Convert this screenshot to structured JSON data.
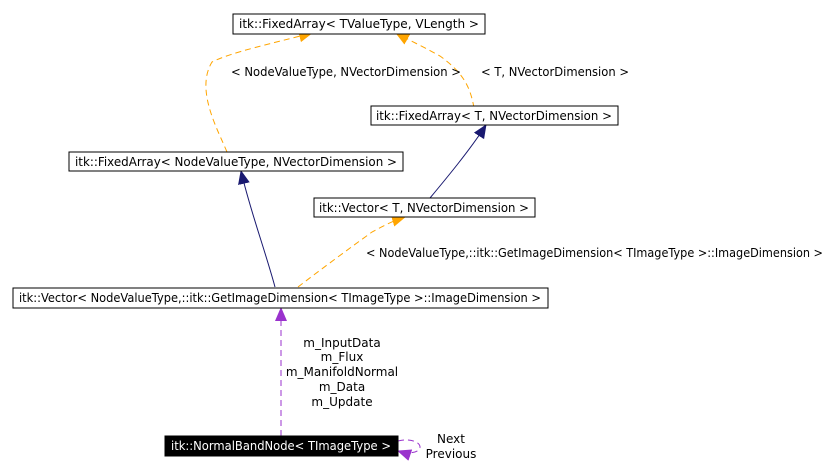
{
  "colors": {
    "inheritance": "#191970",
    "template": "#ffa500",
    "usage": "#9a32cd"
  },
  "nodes": {
    "fixed_array_base": "itk::FixedArray< TValueType, VLength >",
    "fixed_array_t": "itk::FixedArray< T, NVectorDimension >",
    "fixed_array_node": "itk::FixedArray< NodeValueType, NVectorDimension >",
    "vector_t": "itk::Vector< T, NVectorDimension >",
    "vector_node": "itk::Vector< NodeValueType,::itk::GetImageDimension< TImageType >::ImageDimension >",
    "normal_band_node": "itk::NormalBandNode< TImageType >"
  },
  "edge_labels": {
    "fixed_array_node_template": "< NodeValueType, NVectorDimension >",
    "fixed_array_t_template": "< T, NVectorDimension >",
    "vector_node_template": "< NodeValueType,::itk::GetImageDimension< TImageType >::ImageDimension >",
    "members": [
      "m_InputData",
      "m_Flux",
      "m_ManifoldNormal",
      "m_Data",
      "m_Update"
    ],
    "self_links": [
      "Next",
      "Previous"
    ]
  }
}
